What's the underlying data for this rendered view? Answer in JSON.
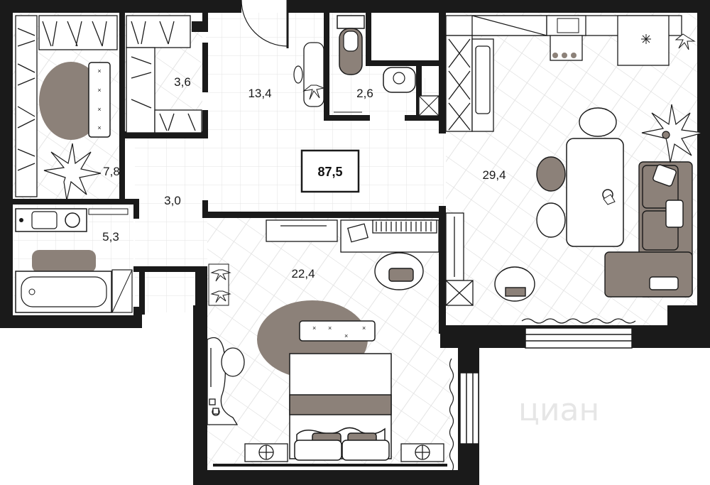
{
  "total_area": "87,5",
  "rooms": [
    {
      "id": "wardrobe",
      "area": "3,6"
    },
    {
      "id": "hall",
      "area": "13,4"
    },
    {
      "id": "wc",
      "area": "2,6"
    },
    {
      "id": "bedroom_small",
      "area": "7,8"
    },
    {
      "id": "corridor",
      "area": "3,0"
    },
    {
      "id": "bathroom",
      "area": "5,3"
    },
    {
      "id": "kitchen_living",
      "area": "29,4"
    },
    {
      "id": "bedroom",
      "area": "22,4"
    }
  ],
  "watermark": "циан",
  "colors": {
    "wall": "#1a1a1a",
    "furniture": "#8c8179",
    "hatch": "#cfcfcf",
    "tile": "#e3e3e3"
  }
}
